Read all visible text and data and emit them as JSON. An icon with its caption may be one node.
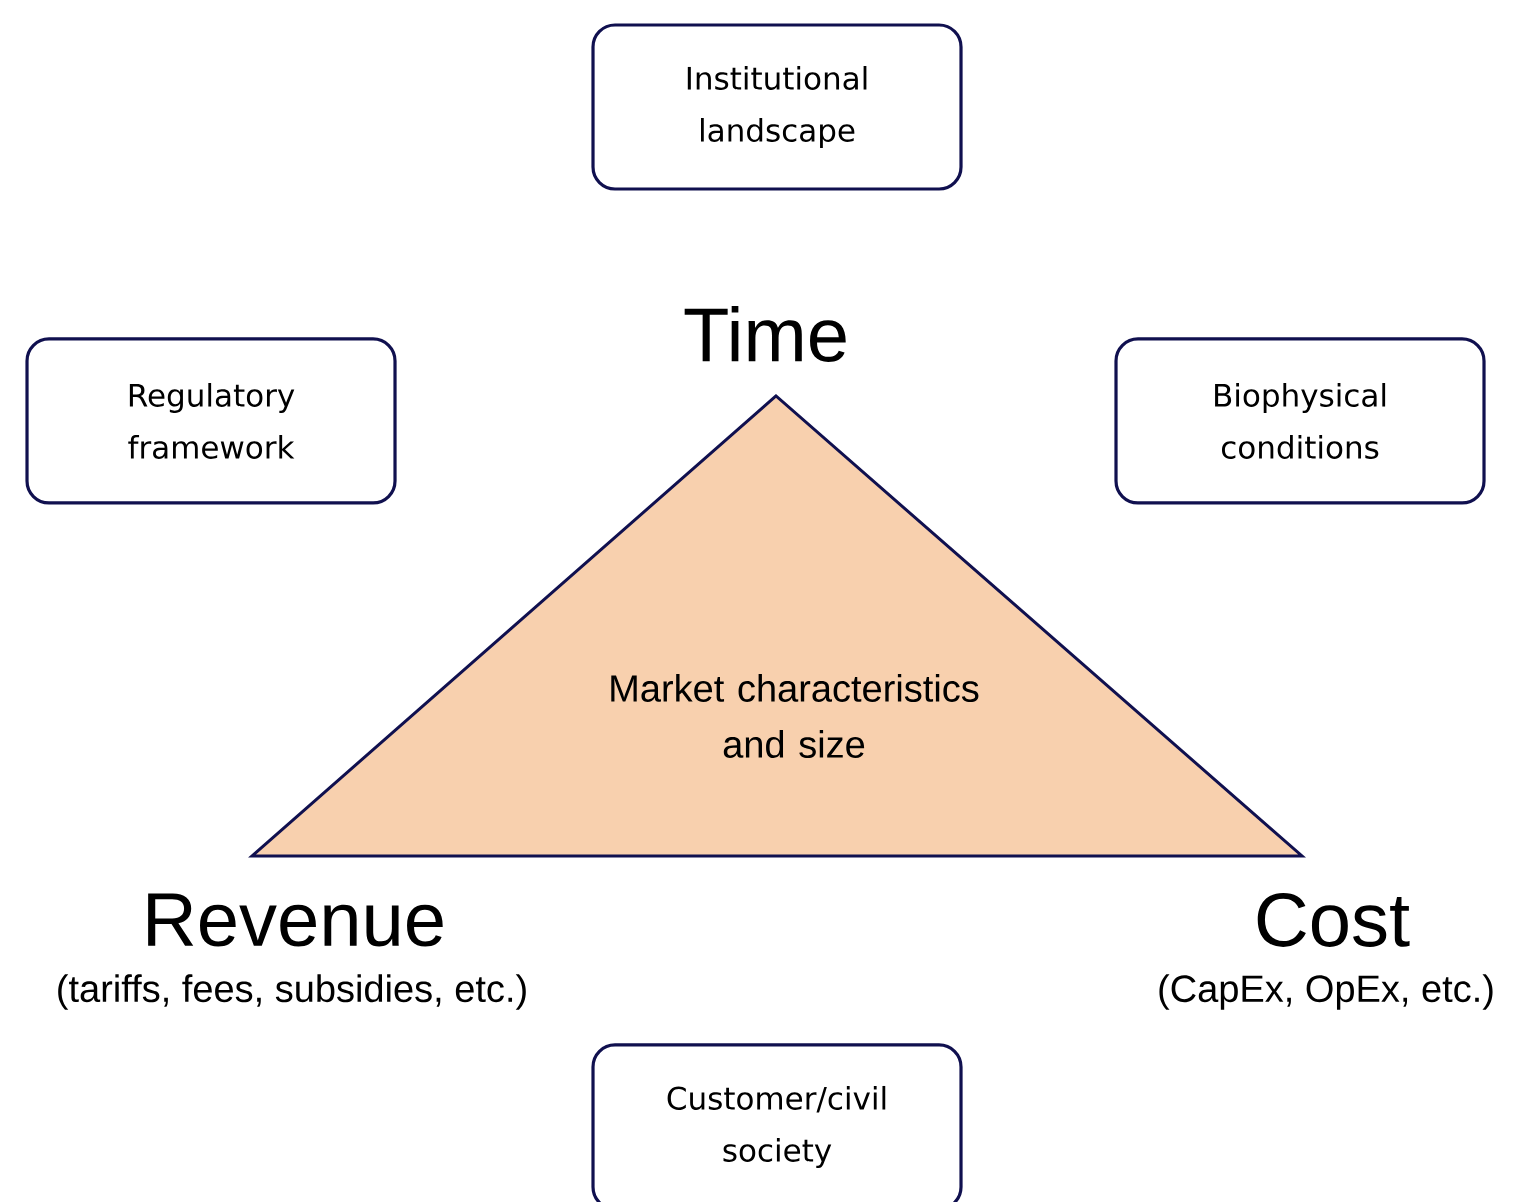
{
  "diagram": {
    "nodes": [
      {
        "text": [
          "Institutional landscape"
        ]
      },
      {
        "text": [
          "Regulatory framework"
        ]
      },
      {
        "text": [
          "Biophysical conditions"
        ]
      },
      {
        "text": [
          "Market characteristics and size"
        ]
      },
      {
        "text": [
          "Customer/civil society"
        ]
      }
    ],
    "labels": [
      "Time",
      "Revenue",
      "(tariffs, fees, subsidies, etc.)",
      "Cost",
      "(CapEx, OpEx, etc.)"
    ]
  }
}
